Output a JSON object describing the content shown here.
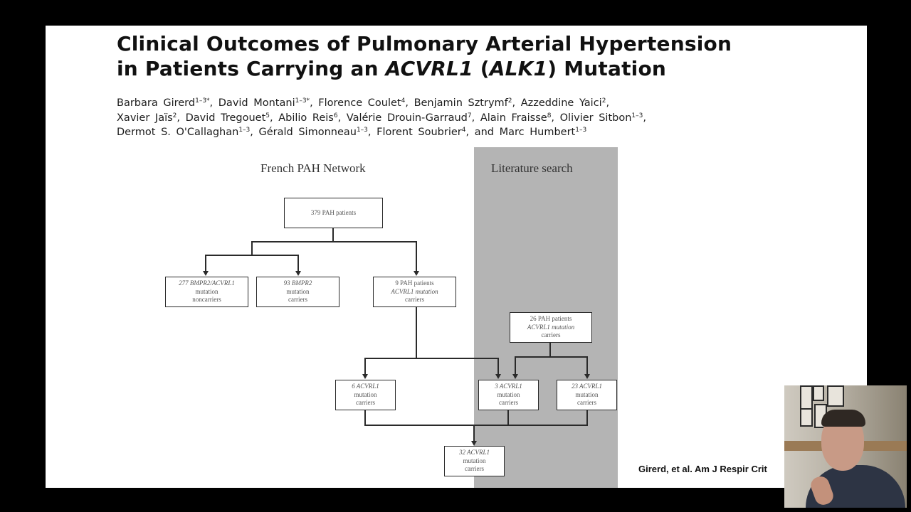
{
  "slide": {
    "title_line1": "Clinical Outcomes of Pulmonary Arterial Hypertension",
    "title_line2_pre": "in Patients Carrying an ",
    "title_gene": "ACVRL1",
    "title_open": " (",
    "title_alias": "ALK1",
    "title_close": ") Mutation",
    "authors": [
      [
        {
          "name": "Barbara Girerd",
          "sup": "1–3*",
          "sep": ", "
        },
        {
          "name": "David Montani",
          "sup": "1–3*",
          "sep": ", "
        },
        {
          "name": "Florence Coulet",
          "sup": "4",
          "sep": ", "
        },
        {
          "name": "Benjamin Sztrymf",
          "sup": "2",
          "sep": ", "
        },
        {
          "name": "Azzeddine Yaici",
          "sup": "2",
          "sep": ","
        }
      ],
      [
        {
          "name": "Xavier Jaïs",
          "sup": "2",
          "sep": ", "
        },
        {
          "name": "David Tregouet",
          "sup": "5",
          "sep": ", "
        },
        {
          "name": "Abilio Reis",
          "sup": "6",
          "sep": ", "
        },
        {
          "name": "Valérie Drouin-Garraud",
          "sup": "7",
          "sep": ", "
        },
        {
          "name": "Alain Fraisse",
          "sup": "8",
          "sep": ", "
        },
        {
          "name": "Olivier Sitbon",
          "sup": "1–3",
          "sep": ","
        }
      ],
      [
        {
          "name": "Dermot S. O'Callaghan",
          "sup": "1–3",
          "sep": ", "
        },
        {
          "name": "Gérald Simonneau",
          "sup": "1–3",
          "sep": ", "
        },
        {
          "name": "Florent Soubrier",
          "sup": "4",
          "sep": ", and "
        },
        {
          "name": "Marc Humbert",
          "sup": "1–3",
          "sep": ""
        }
      ]
    ],
    "citation": "Girerd, et al. Am J Respir Crit"
  },
  "flowchart": {
    "header_french": "French PAH Network",
    "header_literature": "Literature search",
    "boxes": {
      "total": [
        "379 PAH patients"
      ],
      "noncarriers": [
        "277 BMPR2/ACVRL1",
        "mutation",
        "noncarriers"
      ],
      "bmpr2": [
        "93 BMPR2",
        "mutation",
        "carriers"
      ],
      "acvrl1_9": [
        "9 PAH patients",
        "ACVRL1 mutation",
        "carriers"
      ],
      "lit_26": [
        "26 PAH patients",
        "ACVRL1 mutation",
        "carriers"
      ],
      "acvrl1_6": [
        "6 ACVRL1",
        "mutation",
        "carriers"
      ],
      "acvrl1_3": [
        "3 ACVRL1",
        "mutation",
        "carriers"
      ],
      "acvrl1_23": [
        "23 ACVRL1",
        "mutation",
        "carriers"
      ],
      "acvrl1_32": [
        "32 ACVRL1",
        "mutation",
        "carriers"
      ]
    }
  },
  "colors": {
    "background": "#000000",
    "slide": "#ffffff",
    "literature_band": "#b4b4b4"
  }
}
